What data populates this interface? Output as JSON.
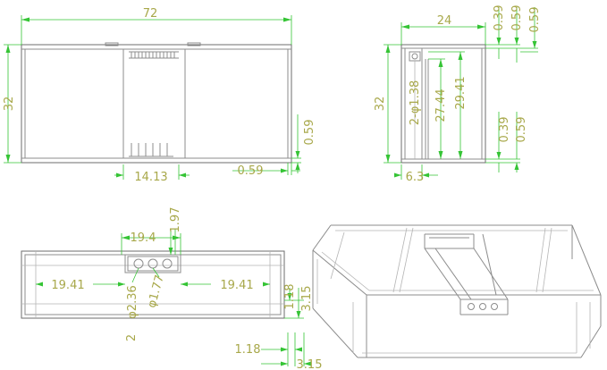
{
  "front_view": {
    "width": "72",
    "height": "32",
    "right_gap": "0.59",
    "bottom_gap": "0.59",
    "overflow_width": "14.13"
  },
  "side_view": {
    "depth": "24",
    "height": "32",
    "top_gap_1": "0.39",
    "top_gap_2": "0.59",
    "top_gap_3": "0.59",
    "hole_spec": "2-φ1.38",
    "inner_height_1": "27.44",
    "inner_height_2": "29.41",
    "bottom_gap_1": "0.39",
    "bottom_gap_2": "0.59",
    "box_depth": "6.3"
  },
  "top_view": {
    "box_width": "19.4",
    "box_depth": "1.97",
    "left_span": "19.41",
    "right_span": "19.41",
    "hole_large": "φ2.36",
    "hole_small": "φ1.77",
    "hole_count": "2",
    "offset_a": "1.18",
    "offset_b": "3.15",
    "offset_c": "1.18",
    "offset_d": "3.15"
  }
}
